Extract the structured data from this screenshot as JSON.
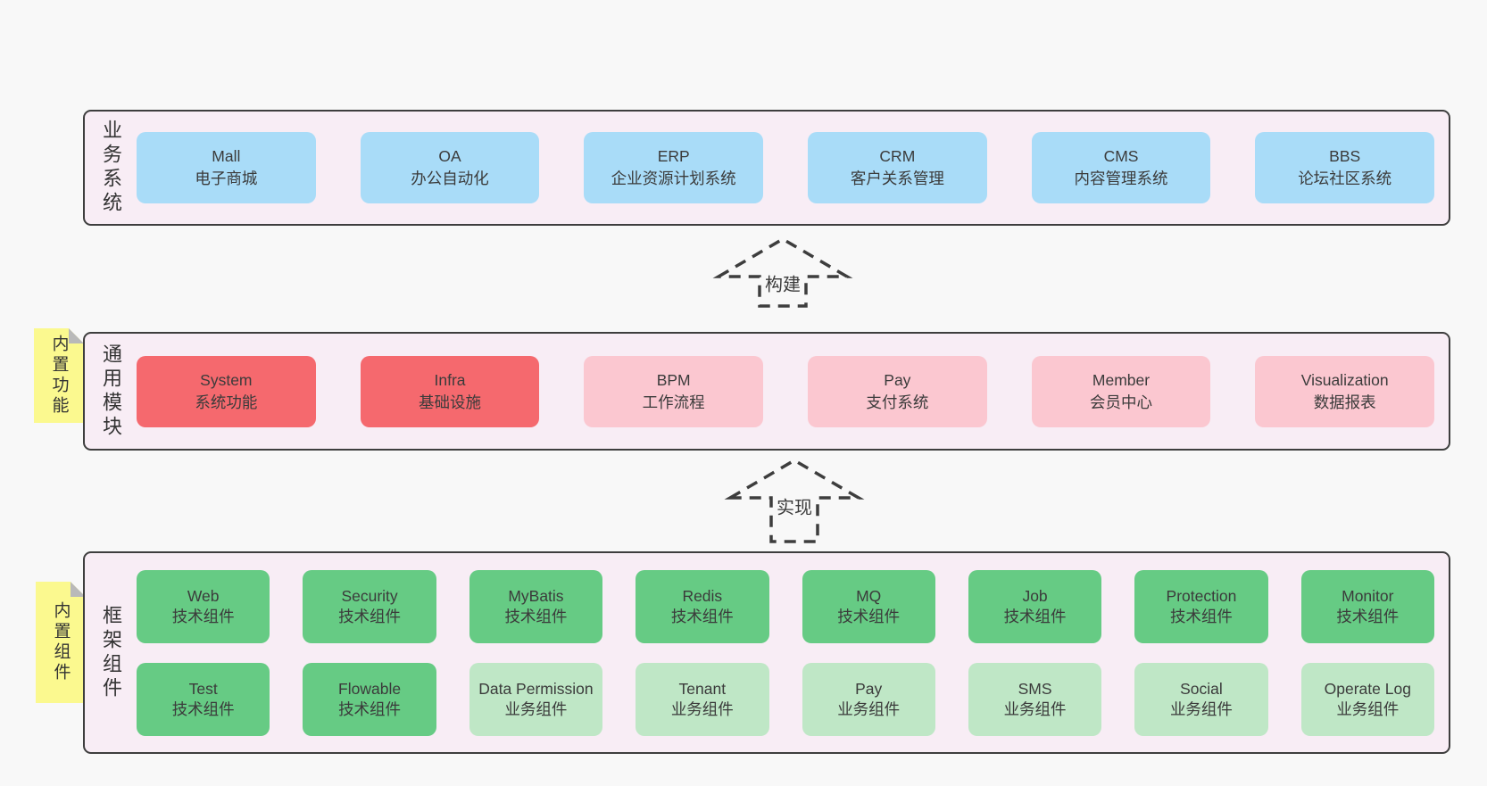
{
  "colors": {
    "page_bg": "#f8f8f8",
    "panel_bg": "#f8edf5",
    "panel_border": "#3e3e3e",
    "box_blue": "#a9dcf8",
    "box_red": "#f5696e",
    "box_pink": "#fbc7d0",
    "box_green": "#66cb84",
    "box_green_light": "#bfe7c6",
    "note_yellow": "#fbf98f",
    "note_fold_gray": "#b9b9b9",
    "dash_stroke": "#3d3d3d",
    "text": "#3b3b3b"
  },
  "sections": {
    "business": {
      "label": "业务系统",
      "boxes": [
        {
          "en": "Mall",
          "zh": "电子商城"
        },
        {
          "en": "OA",
          "zh": "办公自动化"
        },
        {
          "en": "ERP",
          "zh": "企业资源计划系统"
        },
        {
          "en": "CRM",
          "zh": "客户关系管理"
        },
        {
          "en": "CMS",
          "zh": "内容管理系统"
        },
        {
          "en": "BBS",
          "zh": "论坛社区系统"
        }
      ]
    },
    "modules": {
      "label": "通用模块",
      "note": "内置功能",
      "boxes": [
        {
          "en": "System",
          "zh": "系统功能"
        },
        {
          "en": "Infra",
          "zh": "基础设施"
        },
        {
          "en": "BPM",
          "zh": "工作流程"
        },
        {
          "en": "Pay",
          "zh": "支付系统"
        },
        {
          "en": "Member",
          "zh": "会员中心"
        },
        {
          "en": "Visualization",
          "zh": "数据报表"
        }
      ]
    },
    "components": {
      "label": "框架组件",
      "note": "内置组件",
      "row1": [
        {
          "en": "Web",
          "zh": "技术组件"
        },
        {
          "en": "Security",
          "zh": "技术组件"
        },
        {
          "en": "MyBatis",
          "zh": "技术组件"
        },
        {
          "en": "Redis",
          "zh": "技术组件"
        },
        {
          "en": "MQ",
          "zh": "技术组件"
        },
        {
          "en": "Job",
          "zh": "技术组件"
        },
        {
          "en": "Protection",
          "zh": "技术组件"
        },
        {
          "en": "Monitor",
          "zh": "技术组件"
        }
      ],
      "row2": [
        {
          "en": "Test",
          "zh": "技术组件"
        },
        {
          "en": "Flowable",
          "zh": "技术组件"
        },
        {
          "en": "Data Permission",
          "zh": "业务组件"
        },
        {
          "en": "Tenant",
          "zh": "业务组件"
        },
        {
          "en": "Pay",
          "zh": "业务组件"
        },
        {
          "en": "SMS",
          "zh": "业务组件"
        },
        {
          "en": "Social",
          "zh": "业务组件"
        },
        {
          "en": "Operate Log",
          "zh": "业务组件"
        }
      ]
    }
  },
  "arrows": {
    "build": "构建",
    "implement": "实现"
  }
}
